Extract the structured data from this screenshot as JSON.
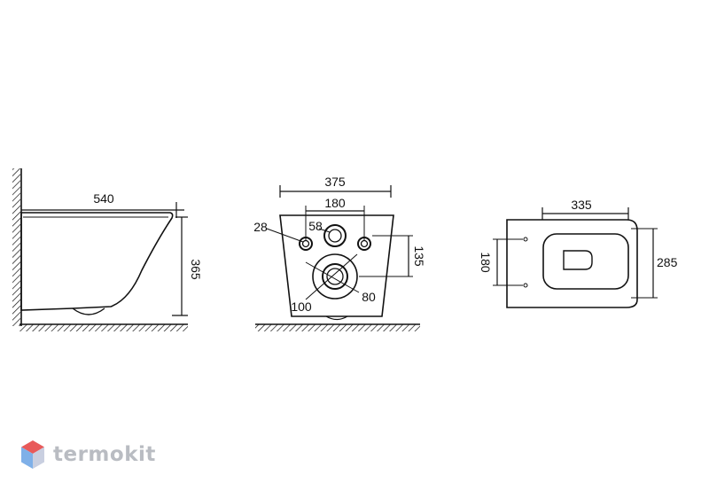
{
  "side_view": {
    "width_label": "540",
    "height_label": "365"
  },
  "front_view": {
    "width_label": "375",
    "bolt_spacing_label": "180",
    "bolt_hole_label": "28",
    "water_inlet_label": "58",
    "inlet_height_label": "135",
    "outlet_outer_label": "100",
    "outlet_inner_label": "80"
  },
  "top_view": {
    "length_label": "335",
    "width_label": "285",
    "mount_spacing_label": "180"
  },
  "logo": {
    "text": "termokit",
    "colors": [
      "#e85a5a",
      "#7fb0e8",
      "#c9cfe0"
    ]
  }
}
